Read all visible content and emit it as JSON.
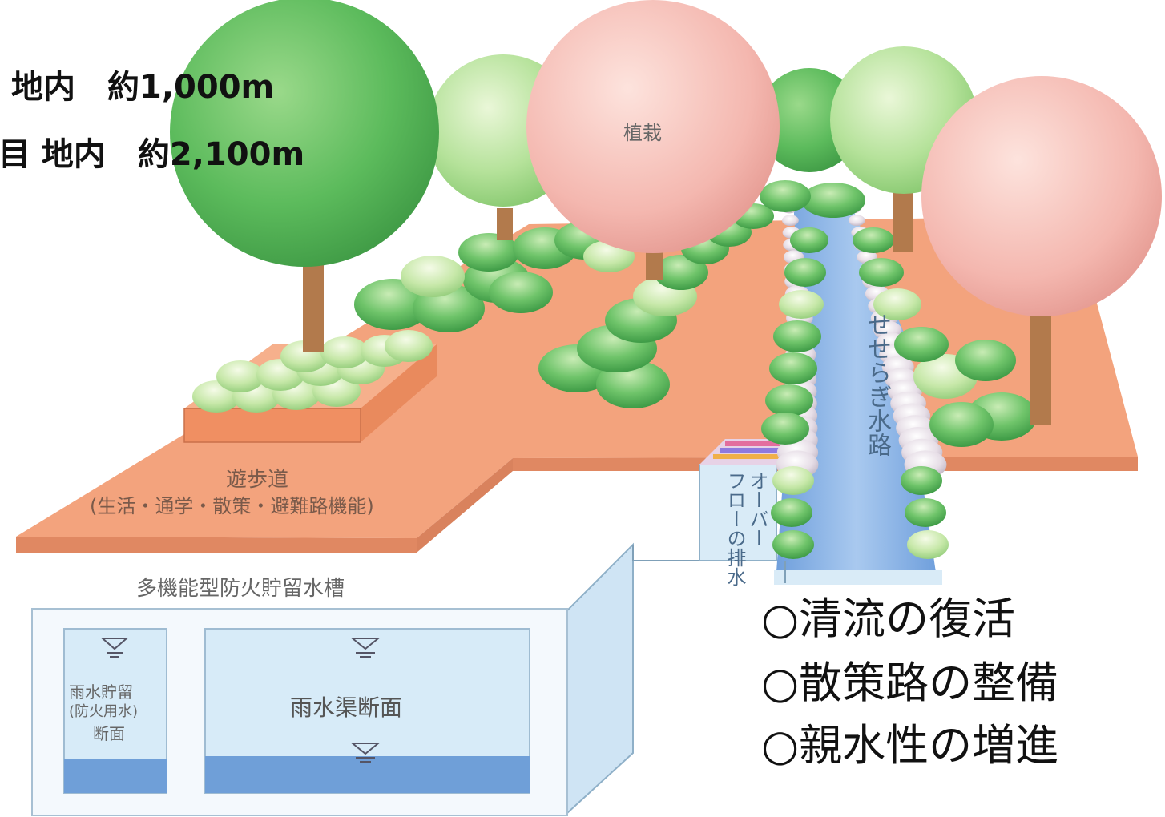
{
  "top_labels": {
    "line1": "地内　約1,000m",
    "line2": "目 地内　約2,100m"
  },
  "diagram_labels": {
    "planting": "植栽",
    "promenade_title": "遊歩道",
    "promenade_sub": "(生活・通学・散策・避難路機能)",
    "stream": "せせらぎ水路",
    "overflow_line1": "オーバー",
    "overflow_line2": "フローの排水",
    "tank_title": "多機能型防火貯留水槽",
    "tank_left_line1": "雨水貯留",
    "tank_left_line2": "(防火用水)",
    "tank_left_line3": "断面",
    "tank_right": "雨水渠断面"
  },
  "features": [
    "○清流の復活",
    "○散策路の整備",
    "○親水性の増進"
  ],
  "colors": {
    "ground": "#f2a27a",
    "ground_edge": "#d9825d",
    "water": "#8ab4e6",
    "water_light": "#d3e8f6",
    "tree_green": "#5fbf5f",
    "tree_light": "#a9dc8e",
    "tree_pink": "#f4b3ad",
    "trunk": "#b0784a"
  }
}
